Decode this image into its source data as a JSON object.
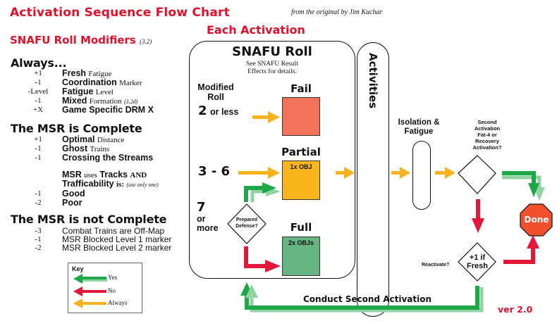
{
  "header": {
    "title": "Activation Sequence Flow Chart",
    "credit": "from the original by Jim Kuchar",
    "subtitle": "Each Activation"
  },
  "modifiers": {
    "title": "SNAFU Roll Modifiers",
    "ref": "(3.2)",
    "always": {
      "heading": "Always...",
      "rows": [
        {
          "value": "+1",
          "bold": "Fresh",
          "plain": "Fatigue",
          "note": ""
        },
        {
          "value": "-1",
          "bold": "Coordination",
          "plain": "Marker",
          "note": ""
        },
        {
          "value": "-Level",
          "bold": "Fatigue",
          "plain": "Level",
          "note": ""
        },
        {
          "value": "-1",
          "bold": "Mixed",
          "plain": "Formation",
          "note": "(3.2d)"
        },
        {
          "value": "+X",
          "bold": "Game Specific DRM X",
          "plain": "",
          "note": ""
        }
      ]
    },
    "msr_complete": {
      "heading": "The MSR is Complete",
      "rows": [
        {
          "value": "+1",
          "bold": "Optimal",
          "plain": "Distance"
        },
        {
          "value": "-1",
          "bold": "Ghost",
          "plain": "Trains"
        },
        {
          "value": "-1",
          "bold": "Crossing the Streams",
          "plain": ""
        }
      ],
      "tracks_line1_a": "MSR",
      "tracks_line1_b": "uses",
      "tracks_line1_c": "Tracks",
      "tracks_line1_d": "AND",
      "tracks_line2_a": "Trafficability",
      "tracks_line2_b": "is:",
      "tracks_line2_note": "(use only one)",
      "traffic_rows": [
        {
          "value": "-1",
          "label": "Good"
        },
        {
          "value": "-2",
          "label": "Poor"
        }
      ]
    },
    "msr_not_complete": {
      "heading": "The MSR is not Complete",
      "rows": [
        {
          "value": "-3",
          "label": "Combat Trains are Off-Map"
        },
        {
          "value": "-1",
          "label": "MSR Blocked Level 1 marker"
        },
        {
          "value": "-2",
          "label": "MSR Blocked Level 2 marker"
        }
      ]
    }
  },
  "key": {
    "title": "Key",
    "items": [
      {
        "label": "Yes",
        "color": "#1fa84a",
        "icon": "green-arrow-left"
      },
      {
        "label": "No",
        "color": "#e3173a",
        "icon": "red-arrow-left"
      },
      {
        "label": "Always",
        "color": "#f7b21e",
        "icon": "yellow-arrow-left"
      }
    ]
  },
  "snafu": {
    "title": "SNAFU Roll",
    "sub_line1": "See SNAFU Result",
    "sub_line2": "Effects for details.",
    "modified_roll_1": "Modified",
    "modified_roll_2": "Roll",
    "roll_low_num": "2",
    "roll_low_text": "or less",
    "roll_mid": "3 - 6",
    "roll_high_num": "7",
    "roll_high_text1": "or",
    "roll_high_text2": "more",
    "prepared_1": "Prepared",
    "prepared_2": "Defense?",
    "outcomes": [
      {
        "name": "Fail",
        "box_text": "",
        "color": "#f2735a"
      },
      {
        "name": "Partial",
        "box_text": "1x OBJ",
        "color": "#fbb51d"
      },
      {
        "name": "Full",
        "box_text": "2x OBJs",
        "color": "#67b583"
      }
    ]
  },
  "flow": {
    "activities": "Activities",
    "isolation_1": "Isolation &",
    "isolation_2": "Fatigue",
    "second_q": [
      "Second",
      "Activation",
      "Fat-4 or",
      "Recovery",
      "Activation?"
    ],
    "reactivate": "Reactivate?",
    "fresh_1": "+1 if",
    "fresh_2": "Fresh",
    "done": "Done",
    "done_color": "#f0502c",
    "conduct_second": "Conduct Second Activation"
  },
  "colors": {
    "title_red": "#e0102a",
    "yes_green": "#1fa84a",
    "no_red": "#e3173a",
    "always_yellow": "#f7b21e"
  },
  "version": "ver 2.0"
}
